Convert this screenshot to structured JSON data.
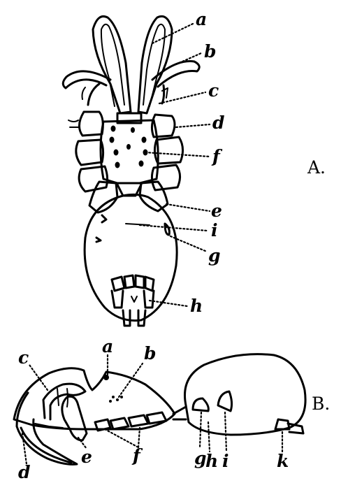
{
  "view_a": {
    "title": "A.",
    "labels": {
      "a": "a",
      "b": "b",
      "c": "c",
      "d": "d",
      "f": "f",
      "e": "e",
      "i": "i",
      "g": "g",
      "h": "h"
    }
  },
  "view_b": {
    "title": "B.",
    "labels": {
      "a": "a",
      "b": "b",
      "c": "c",
      "d": "d",
      "e": "e",
      "f": "f",
      "g": "g",
      "h": "h",
      "i": "i",
      "k": "k"
    }
  }
}
